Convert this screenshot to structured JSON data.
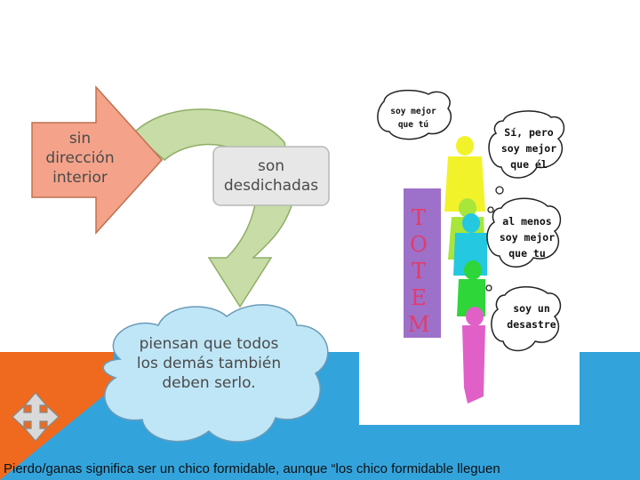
{
  "slide": {
    "arrow_label": "sin dirección interior",
    "box_label": "son desdichadas",
    "cloud_label": "piensan que todos los demás también deben serlo.",
    "bottom_text": "Pierdo/ganas significa ser un chico formidable, aunque “los chico formidable lleguen"
  },
  "illustration": {
    "totem_word": "TOTEM",
    "bubble_1": "soy mejor que tú",
    "bubble_2": "Sí, pero soy mejor que él",
    "bubble_3": "al menos soy mejor que tu",
    "bubble_4": "soy un desastre"
  },
  "colors": {
    "orange": "#ef6a1e",
    "blue": "#33a3dc",
    "arrow_fill": "#f4a38a",
    "cloud_fill": "#bfe6f7"
  },
  "icons": {
    "nav": "move-arrows-icon"
  }
}
